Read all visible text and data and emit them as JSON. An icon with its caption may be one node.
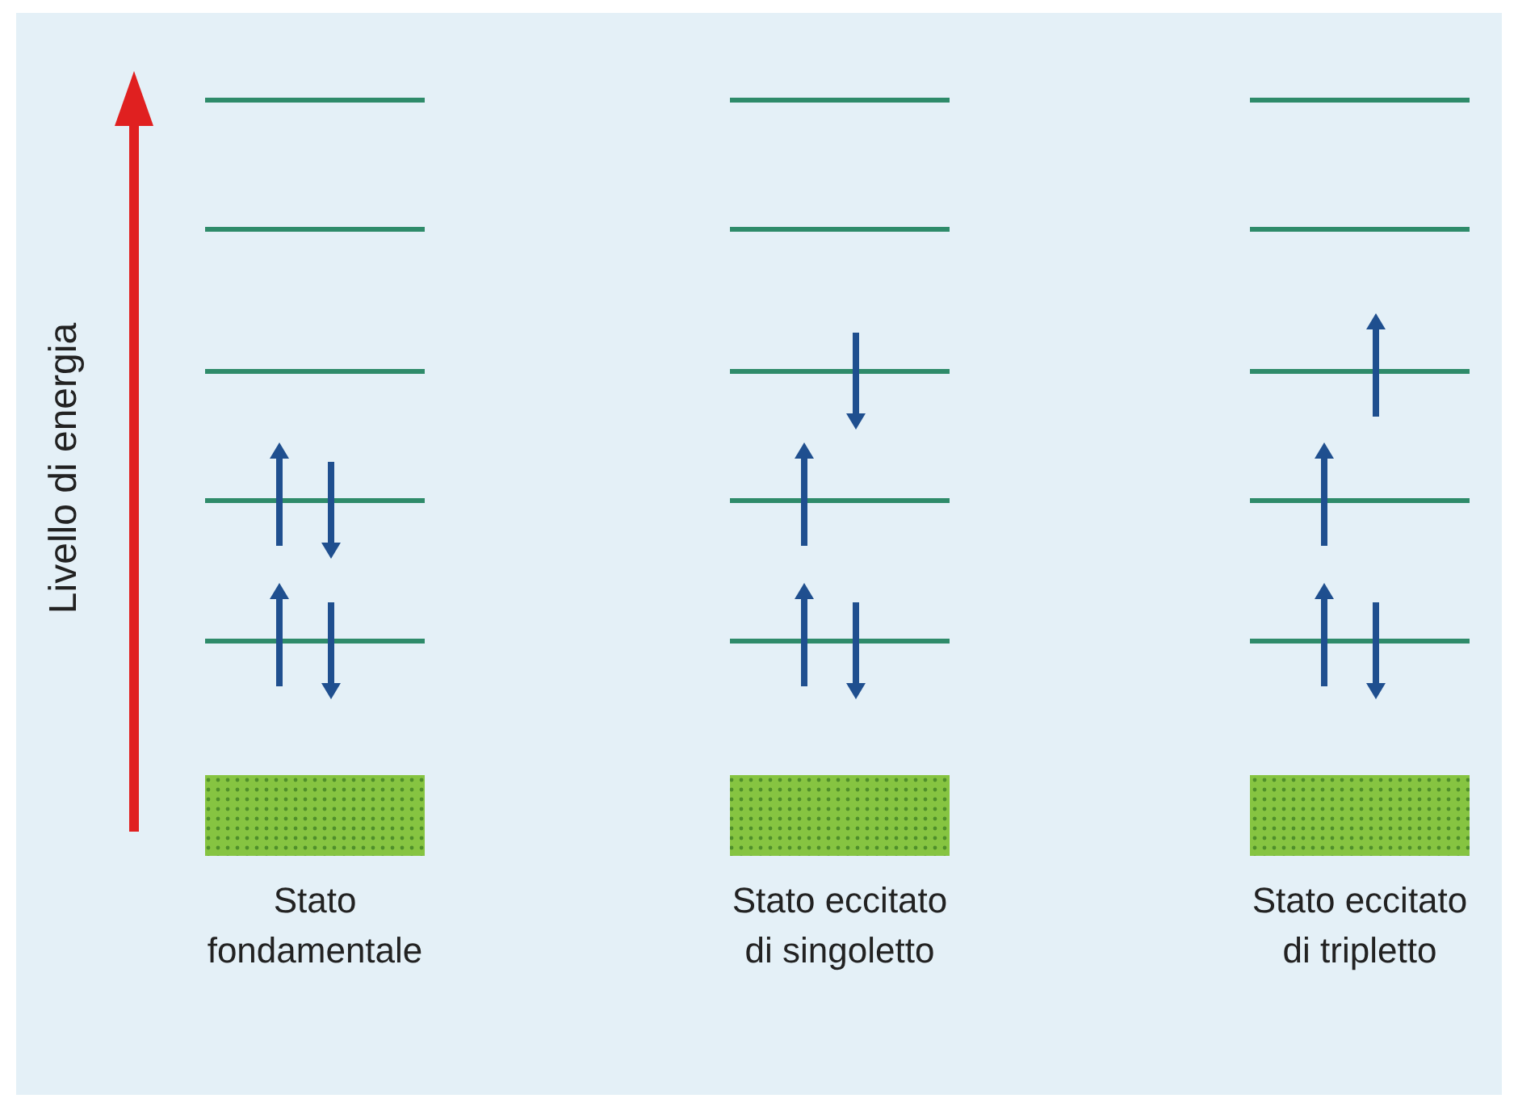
{
  "diagram": {
    "nodes": [
      {
        "text": [],
        "shape": "box",
        "beside": [
          "Stato fondamentale"
        ]
      },
      {
        "text": [],
        "shape": "box",
        "beside": [
          "Stato eccitato di singoletto"
        ]
      },
      {
        "text": [],
        "shape": "box",
        "beside": [
          "Stato eccitato di tripletto"
        ]
      }
    ],
    "labels": [
      "Livello di energia"
    ]
  }
}
